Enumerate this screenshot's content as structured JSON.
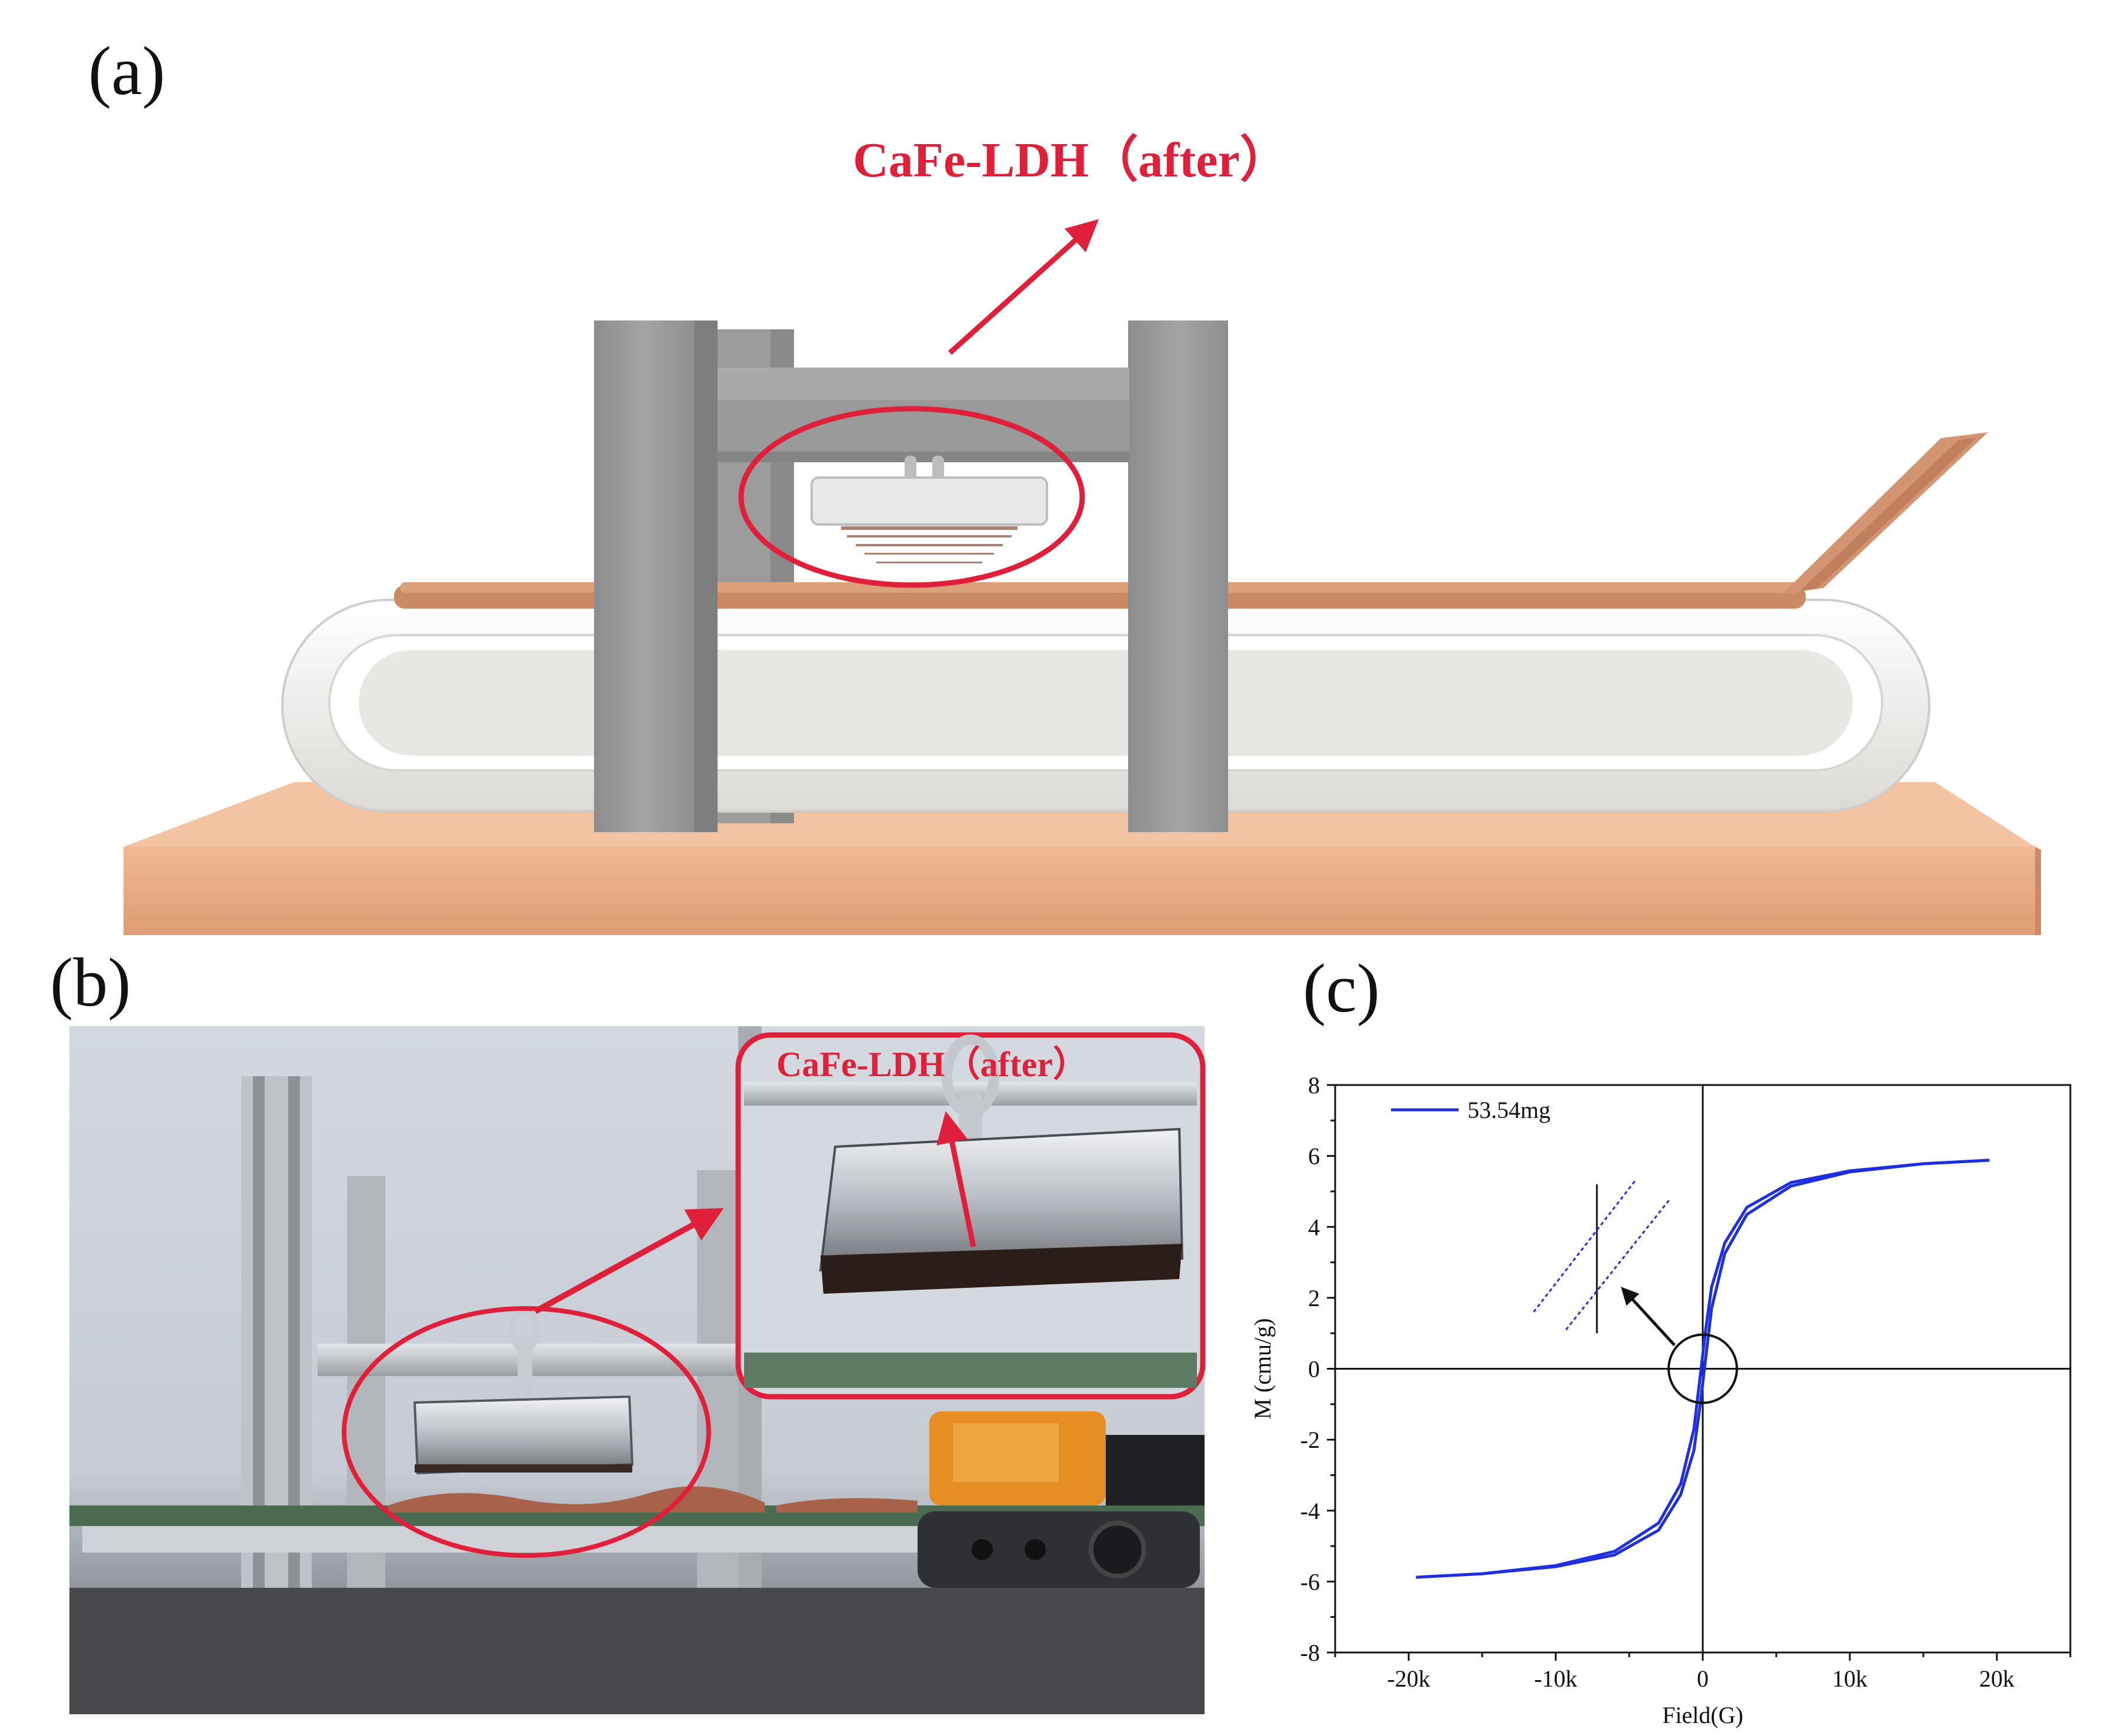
{
  "panels": {
    "a": {
      "letter": "(a)",
      "label": "CaFe-LDH（after）"
    },
    "b": {
      "letter": "(b)",
      "label": "CaFe-LDH（after）"
    },
    "c": {
      "letter": "(c)"
    }
  },
  "colors": {
    "accent_red": "#e0203a",
    "series_blue": "#1f2fe0",
    "frame_gray": "#9a9a9a",
    "belt_white": "#f2f1ef",
    "base_tan": "#e7ab84",
    "pellet": "#c9835e"
  },
  "chart_data": {
    "type": "line",
    "title": "",
    "xlabel": "Field(G)",
    "ylabel": "M (cmu/g)",
    "xlim": [
      -25000,
      25000
    ],
    "ylim": [
      -8,
      8
    ],
    "xticks": [
      -20000,
      -10000,
      0,
      10000,
      20000
    ],
    "xtick_labels": [
      "-20k",
      "-10k",
      "0",
      "10k",
      "20k"
    ],
    "yticks": [
      -8,
      -6,
      -4,
      -2,
      0,
      2,
      4,
      6,
      8
    ],
    "ytick_labels": [
      "-8",
      "-6",
      "-4",
      "-2",
      "0",
      "2",
      "4",
      "6",
      "8"
    ],
    "grid": false,
    "legend_position": "top-left",
    "series": [
      {
        "name": "53.54mg",
        "branch_upper": {
          "x": [
            -19500,
            -15000,
            -10000,
            -6000,
            -3000,
            -1500,
            -600,
            -200,
            0,
            200,
            600,
            1500,
            3000,
            6000,
            10000,
            15000,
            19500
          ],
          "y": [
            -5.88,
            -5.78,
            -5.55,
            -5.15,
            -4.35,
            -3.25,
            -1.7,
            -0.3,
            0.4,
            1.1,
            2.3,
            3.55,
            4.55,
            5.25,
            5.58,
            5.78,
            5.88
          ]
        },
        "branch_lower": {
          "x": [
            -19500,
            -15000,
            -10000,
            -6000,
            -3000,
            -1500,
            -600,
            -200,
            0,
            200,
            600,
            1500,
            3000,
            6000,
            10000,
            15000,
            19500
          ],
          "y": [
            -5.88,
            -5.78,
            -5.58,
            -5.25,
            -4.55,
            -3.55,
            -2.3,
            -1.1,
            -0.4,
            0.3,
            1.7,
            3.25,
            4.35,
            5.15,
            5.55,
            5.78,
            5.88
          ]
        }
      }
    ]
  }
}
